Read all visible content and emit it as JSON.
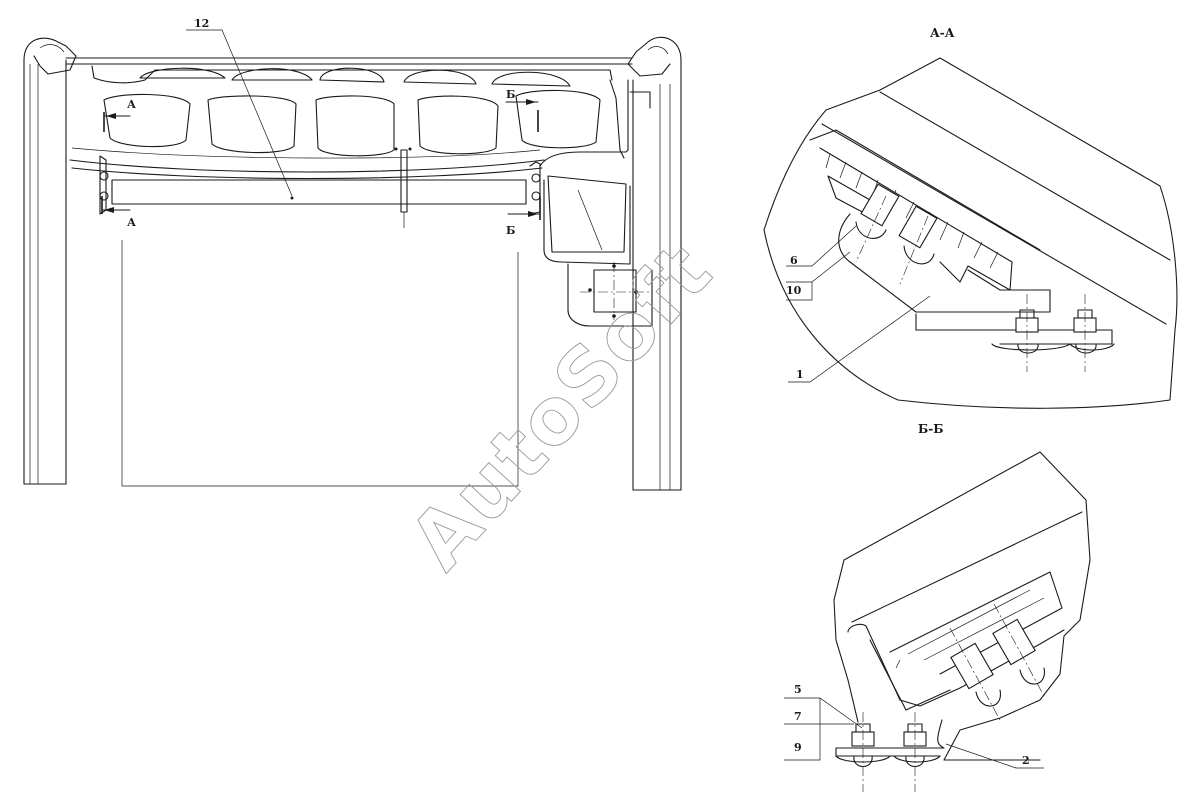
{
  "watermark": "AutoSoft",
  "main_view": {
    "part_label": "12",
    "section_a_markers": [
      "А",
      "А"
    ],
    "section_b_markers": [
      "Б",
      "Б"
    ]
  },
  "section_a": {
    "title": "А-А",
    "labels": [
      "6",
      "10",
      "1"
    ]
  },
  "section_b": {
    "title": "Б-Б",
    "labels": [
      "5",
      "7",
      "9",
      "2"
    ]
  }
}
